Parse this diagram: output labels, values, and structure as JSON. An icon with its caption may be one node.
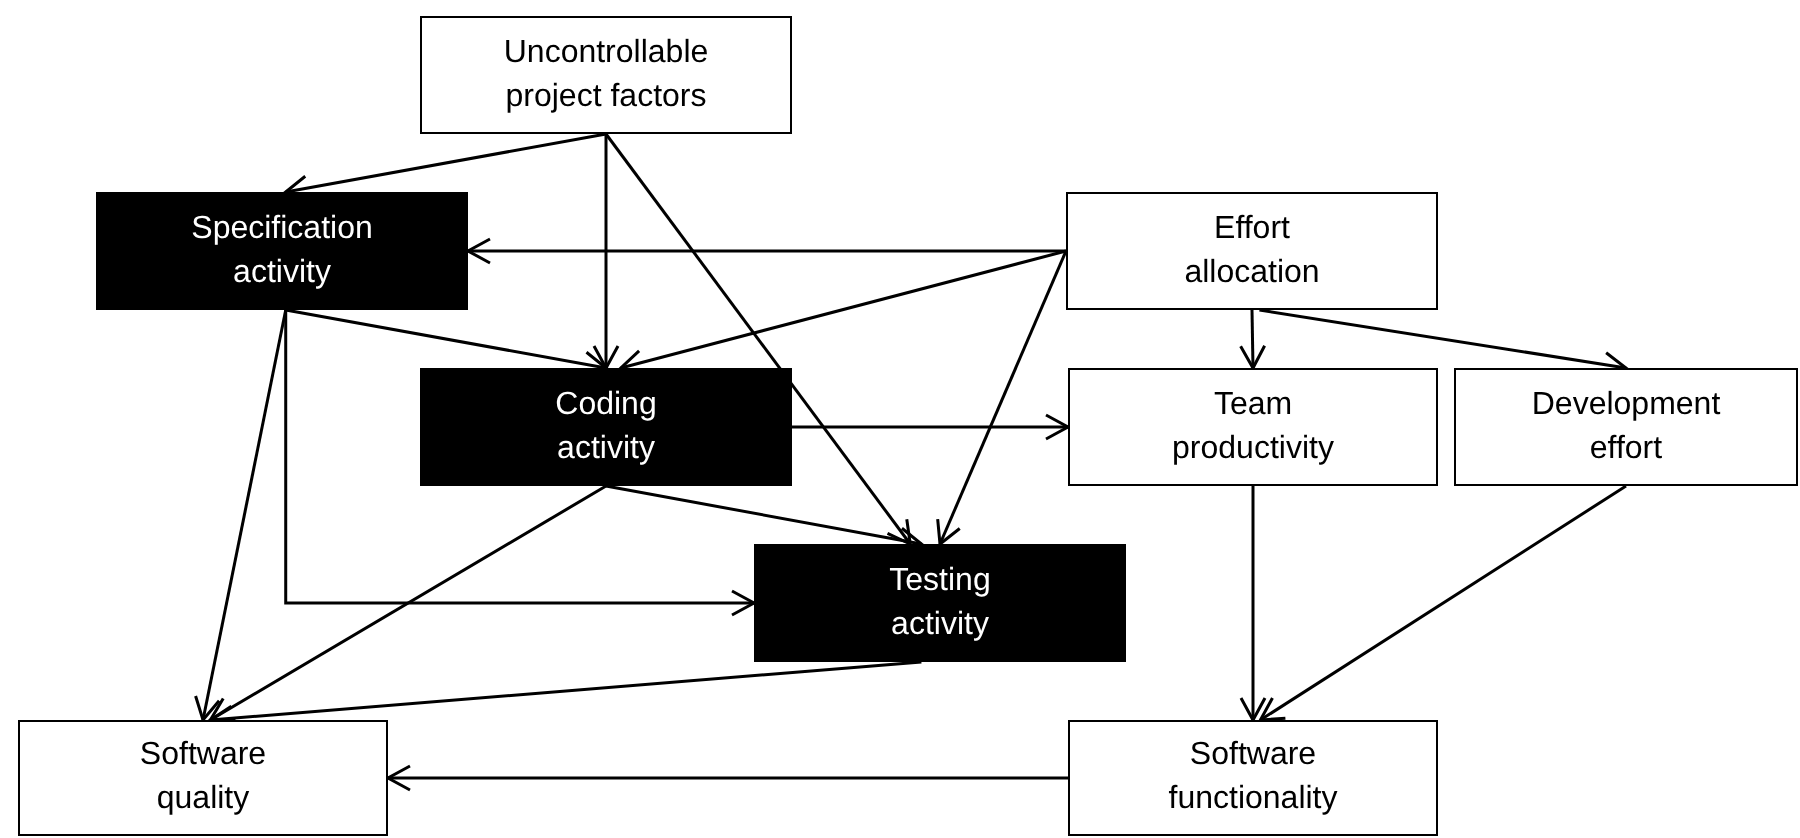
{
  "diagram": {
    "nodes": [
      {
        "text": [
          "Uncontrollable project factors"
        ]
      },
      {
        "text": [
          "Specification activity"
        ]
      },
      {
        "text": [
          "Effort allocation"
        ]
      },
      {
        "text": [
          "Coding activity"
        ]
      },
      {
        "text": [
          "Team productivity"
        ]
      },
      {
        "text": [
          "Development effort"
        ]
      },
      {
        "text": [
          "Testing activity"
        ]
      },
      {
        "text": [
          "Software quality"
        ]
      },
      {
        "text": [
          "Software functionality"
        ]
      }
    ],
    "edges": [
      {
        "from": 0,
        "to": 1,
        "arrow": "to"
      },
      {
        "from": 0,
        "to": 3,
        "arrow": "to"
      },
      {
        "from": 0,
        "to": 6,
        "arrow": "to"
      },
      {
        "from": 2,
        "to": 1,
        "arrow": "to"
      },
      {
        "from": 2,
        "to": 3,
        "arrow": "to"
      },
      {
        "from": 2,
        "to": 6,
        "arrow": "to"
      },
      {
        "from": 2,
        "to": 4,
        "arrow": "to"
      },
      {
        "from": 2,
        "to": 5,
        "arrow": "to"
      },
      {
        "from": 1,
        "to": 3,
        "arrow": "to"
      },
      {
        "from": 1,
        "to": 7,
        "arrow": "to"
      },
      {
        "from": 1,
        "to": 6,
        "arrow": "to"
      },
      {
        "from": 3,
        "to": 4,
        "arrow": "to"
      },
      {
        "from": 3,
        "to": 6,
        "arrow": "to"
      },
      {
        "from": 3,
        "to": 7,
        "arrow": "to"
      },
      {
        "from": 6,
        "to": 7,
        "arrow": "to"
      },
      {
        "from": 4,
        "to": 8,
        "arrow": "to"
      },
      {
        "from": 5,
        "to": 8,
        "arrow": "to"
      },
      {
        "from": 8,
        "to": 7,
        "arrow": "to"
      }
    ]
  }
}
